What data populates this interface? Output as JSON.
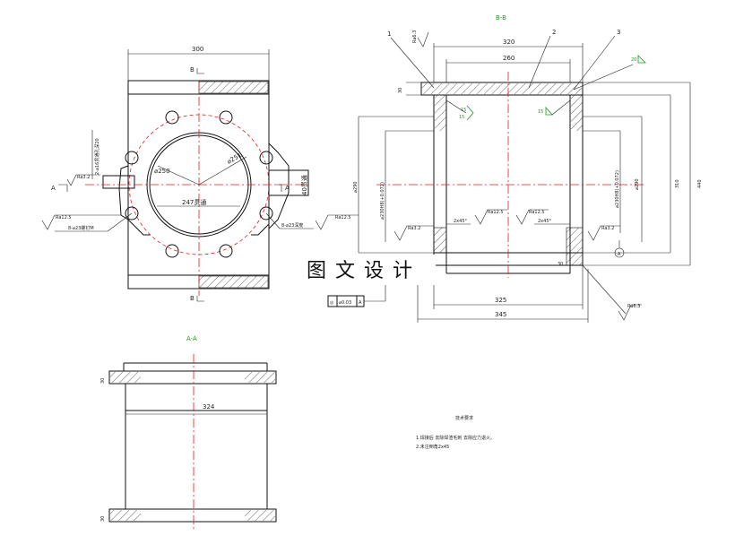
{
  "colors": {
    "centerline": "#dd2222",
    "section_label": "#1a9a1a",
    "line": "#111111"
  },
  "top_view": {
    "width_dim": "300",
    "section_mark_top": "B",
    "section_mark_bottom": "B",
    "section_mark_left": "A",
    "section_mark_right": "A",
    "bolt_callout_left": "2-⌀16贯通孔深20",
    "bolt_callout_6m": "8-⌀23螺钉M",
    "bolt_callout_right": "8-⌀23深度",
    "dia_250": "⌀250",
    "dia_251": "⌀251",
    "dim_247": "247贯通",
    "dim_40": "40贯通",
    "ra_32": "Ra3.2",
    "ra_125_left": "Ra12.5",
    "ra_125_right": "Ra12.5",
    "tolerance_symbol": "◎",
    "tolerance_value": "⌀0.03",
    "tolerance_datum": "A"
  },
  "section_bb": {
    "title": "B-B",
    "balloon_1": "1",
    "balloon_2": "2",
    "balloon_3": "3",
    "dim_320": "320",
    "dim_260": "260",
    "dim_30_top": "30",
    "dim_30_bottom": "30",
    "dim_325": "325",
    "dim_345": "345",
    "dim_290": "290",
    "dim_310": "310",
    "dim_440": "440",
    "dim_290_left": "⌀290",
    "dim_230_left": "⌀230H8(+0.072)",
    "dim_230_right": "⌀230H8(+0.072)",
    "dim_290_right": "⌀290",
    "ra_63_top": "Ra6.3",
    "ra_63_bottom": "Ra6.3",
    "ra_32_left": "Ra3.2",
    "ra_32_right": "Ra3.2",
    "ra_125_a": "Ra12.5",
    "ra_125_b": "Ra12.5",
    "chamfer_left": "2x45°",
    "chamfer_right": "2x45°",
    "weld_15_a": "15",
    "weld_15_b": "15",
    "weld_15_c": "15",
    "weld_20": "20",
    "datum": "A"
  },
  "section_aa": {
    "title": "A-A",
    "dim_30_top": "30",
    "dim_30_bottom": "30",
    "dim_324": "324"
  },
  "notes": {
    "heading": "技术要求",
    "line1": "1.焊接后 去除焊渣毛刺 去除应力退火。",
    "line2": "2.未注倒角2x45"
  },
  "watermark": "图文设计"
}
